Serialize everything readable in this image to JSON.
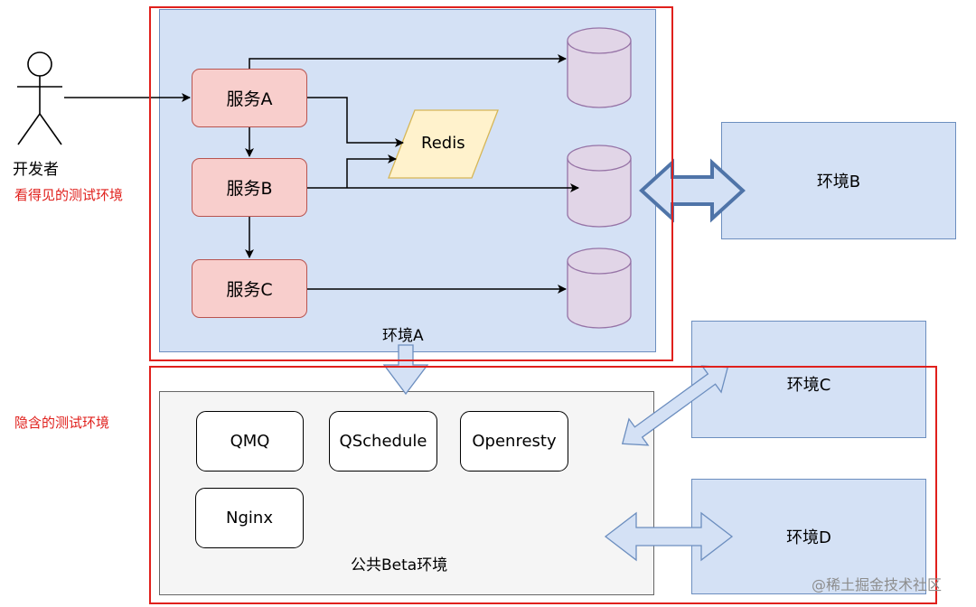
{
  "actor": {
    "label": "开发者"
  },
  "labels": {
    "visible_env": "看得见的测试环境",
    "hidden_env": "隐含的测试环境"
  },
  "env_a": {
    "label": "环境A",
    "services": [
      "服务A",
      "服务B",
      "服务C"
    ],
    "redis": "Redis"
  },
  "public_env": {
    "label": "公共Beta环境",
    "components": [
      "QMQ",
      "QSchedule",
      "Openresty",
      "Nginx"
    ]
  },
  "other_envs": {
    "b": "环境B",
    "c": "环境C",
    "d": "环境D"
  },
  "watermark": "@稀土掘金技术社区",
  "colors": {
    "env_fill": "#d4e1f5",
    "env_stroke": "#6c8ebf",
    "service_fill": "#f8cecc",
    "service_stroke": "#b85450",
    "redis_fill": "#fff2cc",
    "redis_stroke": "#d6b656",
    "db_fill": "#e1d5e7",
    "db_stroke": "#9673a6",
    "highlight_red": "#e0201c",
    "public_fill": "#f5f5f5"
  }
}
